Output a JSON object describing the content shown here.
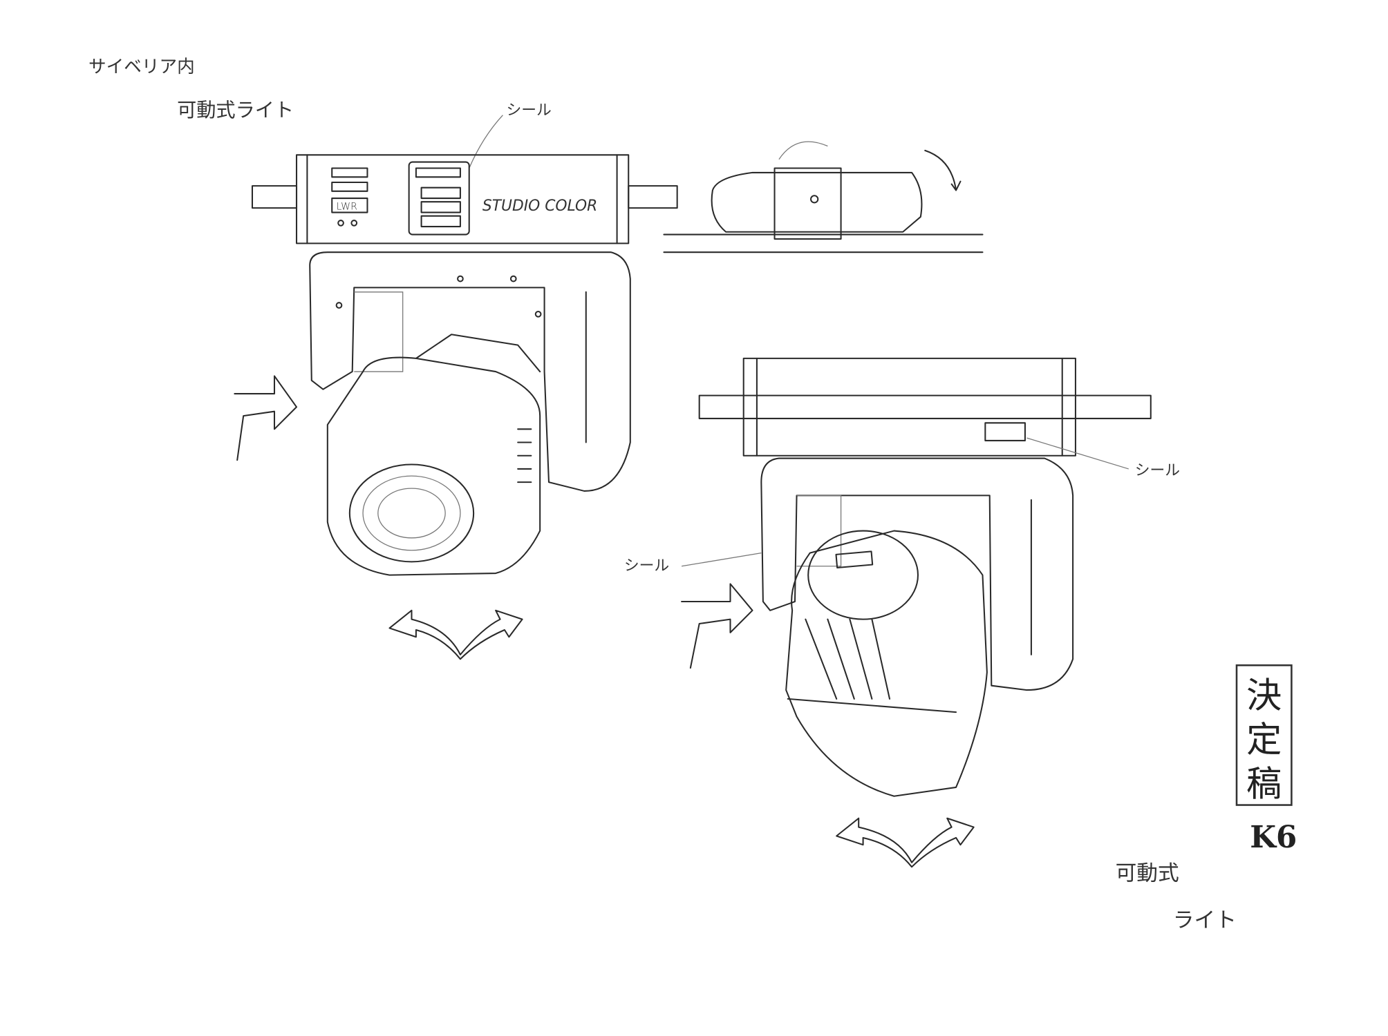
{
  "notes": {
    "location": "サイベリア内",
    "title": "可動式ライト",
    "seal_label_top": "シール",
    "seal_label_right": "シール",
    "seal_label_left": "シール",
    "bottom_note_line1": "可動式",
    "bottom_note_line2": "ライト"
  },
  "stamp": {
    "text_line1": "決",
    "text_line2": "定",
    "text_line3": "稿",
    "code": "K6"
  },
  "device": {
    "brand_logo": "STUDIO COLOR",
    "panel_label": "LWR"
  },
  "colors": {
    "ink": "#2a2a2a",
    "paper": "#ffffff"
  }
}
